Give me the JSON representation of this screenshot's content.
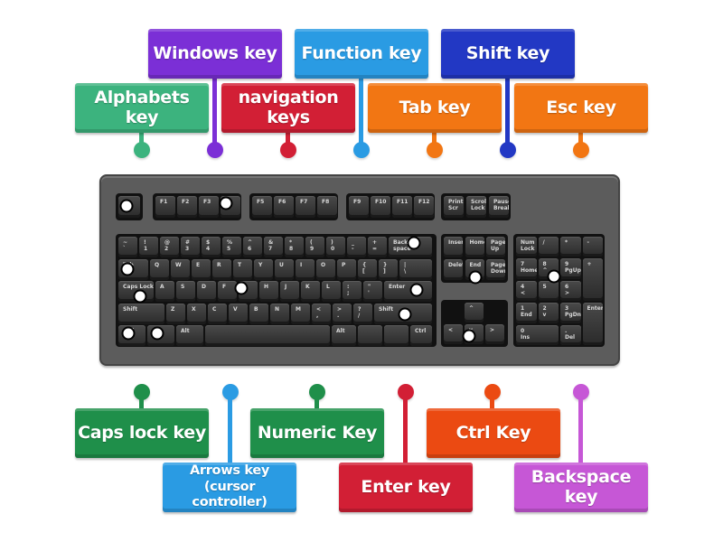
{
  "labels": {
    "windows": {
      "text": "Windows key",
      "color": "#7b2fd6"
    },
    "function": {
      "text": "Function key",
      "color": "#2a9be3"
    },
    "shift": {
      "text": "Shift key",
      "color": "#2238c4"
    },
    "alphabets": {
      "text": "Alphabets key",
      "color": "#3cb37e"
    },
    "navigation": {
      "text": "navigation keys",
      "color": "#d21f35"
    },
    "tab": {
      "text": "Tab key",
      "color": "#f27613"
    },
    "esc": {
      "text": "Esc key",
      "color": "#f27613"
    },
    "capslock": {
      "text": "Caps lock key",
      "color": "#1f8f4a"
    },
    "numeric": {
      "text": "Numeric Key",
      "color": "#1f8f4a"
    },
    "ctrl": {
      "text": "Ctrl Key",
      "color": "#eb4a12"
    },
    "arrows": {
      "text": "Arrows key (cursor controller)",
      "color": "#2a9be3"
    },
    "enter": {
      "text": "Enter key",
      "color": "#d21f35"
    },
    "backspace": {
      "text": "Backspace key",
      "color": "#c657d6"
    }
  },
  "keyboard": {
    "fkeys_1": [
      "F1",
      "F2",
      "F3",
      ""
    ],
    "fkeys_2": [
      "F5",
      "F6",
      "F7",
      "F8"
    ],
    "fkeys_3": [
      "F9",
      "F10",
      "F11",
      "F12"
    ],
    "sys_keys": [
      "Print\nScr",
      "Scroll\nLock",
      "Pause\nBreak"
    ],
    "row_numbers": [
      "~\n`",
      "!\n1",
      "@\n2",
      "#\n3",
      "$\n4",
      "%\n5",
      "^\n6",
      "&\n7",
      "*\n8",
      "(\n9",
      ")\n0",
      "_\n-",
      "+\n=",
      "Back\nspace"
    ],
    "row_qwerty": [
      "Tab",
      "Q",
      "W",
      "E",
      "R",
      "T",
      "Y",
      "U",
      "I",
      "O",
      "P",
      "{\n[",
      "}\n]",
      "|\n\\"
    ],
    "row_asdf": [
      "Caps Lock",
      "A",
      "S",
      "D",
      "F",
      "G",
      "H",
      "J",
      "K",
      "L",
      ":\n;",
      "\"\n'",
      "Enter"
    ],
    "row_zxcv": [
      "Shift",
      "Z",
      "X",
      "C",
      "V",
      "B",
      "N",
      "M",
      "<\n,",
      ">\n.",
      "?\n/",
      "Shift"
    ],
    "row_bottom": [
      "Ctrl",
      "",
      "Alt",
      "",
      "Alt",
      "",
      "",
      "Ctrl"
    ],
    "nav_keys": [
      "Insert",
      "Home",
      "Page\nUp",
      "Delete",
      "End",
      "Page\nDown"
    ],
    "arrow_keys": [
      "^",
      "<",
      "v",
      ">"
    ],
    "numpad": [
      "Num\nLock",
      "/",
      "*",
      "-",
      "7\nHome",
      "8\n^",
      "9\nPgUp",
      "+",
      "4\n<",
      "5",
      "6\n>",
      "1\nEnd",
      "2\nv",
      "3\nPgDn",
      "Enter",
      "0\nIns",
      ".\nDel"
    ]
  }
}
